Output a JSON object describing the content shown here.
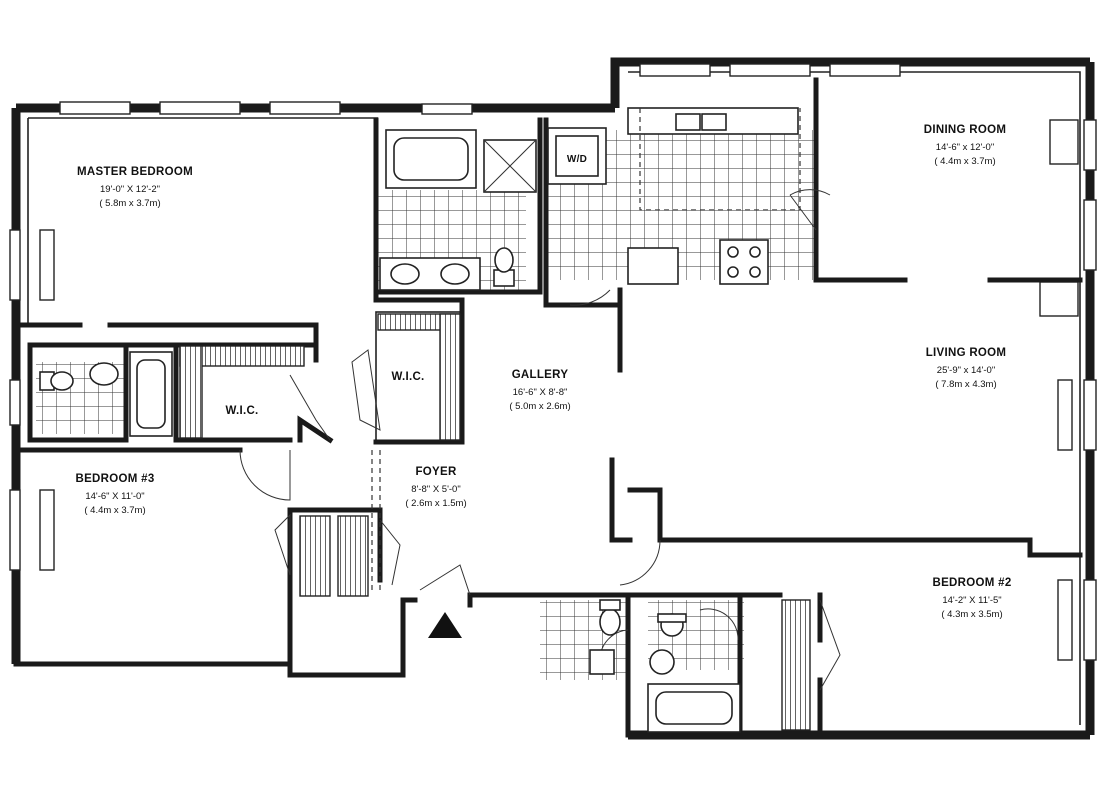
{
  "plan": {
    "rooms": {
      "master_bedroom": {
        "name": "MASTER BEDROOM",
        "dim_imperial": "19'-0\" X 12'-2\"",
        "dim_metric": "( 5.8m x 3.7m)"
      },
      "dining_room": {
        "name": "DINING ROOM",
        "dim_imperial": "14'-6\" x 12'-0\"",
        "dim_metric": "( 4.4m x 3.7m)"
      },
      "living_room": {
        "name": "LIVING ROOM",
        "dim_imperial": "25'-9\" x 14'-0\"",
        "dim_metric": "( 7.8m x 4.3m)"
      },
      "gallery": {
        "name": "GALLERY",
        "dim_imperial": "16'-6\" X 8'-8\"",
        "dim_metric": "( 5.0m x 2.6m)"
      },
      "foyer": {
        "name": "FOYER",
        "dim_imperial": "8'-8\" X 5'-0\"",
        "dim_metric": "( 2.6m x 1.5m)"
      },
      "bedroom_3": {
        "name": "BEDROOM #3",
        "dim_imperial": "14'-6\" X 11'-0\"",
        "dim_metric": "( 4.4m x 3.7m)"
      },
      "bedroom_2": {
        "name": "BEDROOM #2",
        "dim_imperial": "14'-2\" X 11'-5\"",
        "dim_metric": "( 4.3m x 3.5m)"
      }
    },
    "closets": {
      "wic_master": "W.I.C.",
      "wic_gallery": "W.I.C.",
      "washer_dryer": "W/D"
    }
  }
}
